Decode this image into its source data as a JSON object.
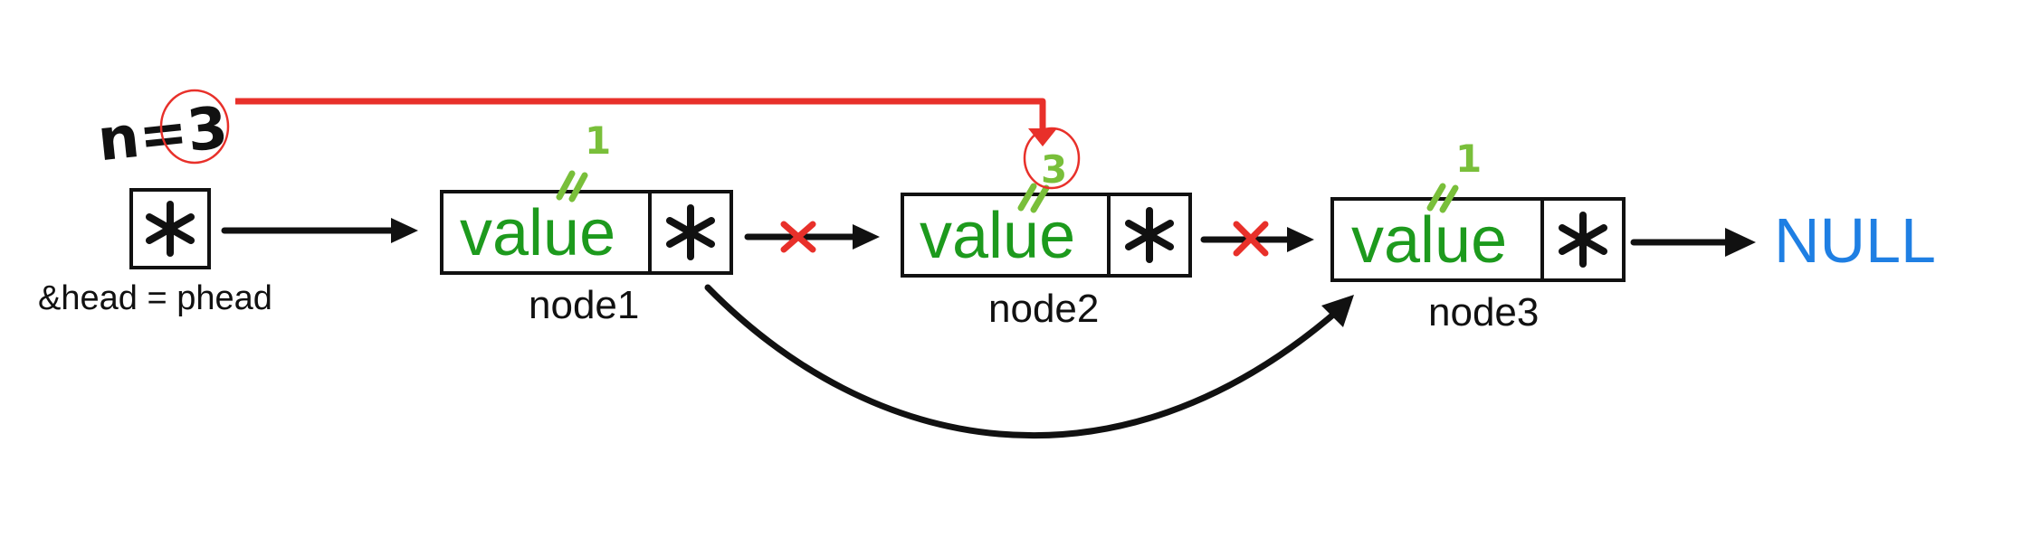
{
  "head": {
    "label": "&head = phead",
    "pointer_symbol": "*"
  },
  "counter": {
    "text": "n=3",
    "circled_value": "3"
  },
  "nodes": [
    {
      "value_text": "value",
      "pointer_symbol": "*",
      "label": "node1",
      "annotation": "1"
    },
    {
      "value_text": "value",
      "pointer_symbol": "*",
      "label": "node2",
      "annotation": "3"
    },
    {
      "value_text": "value",
      "pointer_symbol": "*",
      "label": "node3",
      "annotation": "1"
    }
  ],
  "terminal": {
    "text": "NULL"
  },
  "colors": {
    "value": "#1d9a1d",
    "null": "#1f7fe3",
    "highlight": "#e8302a",
    "annotation": "#79bf3a",
    "stroke": "#111111"
  },
  "marks": {
    "removed_links": [
      "node1-to-node2",
      "node2-to-node3"
    ],
    "bypass_link": "node1-to-node3",
    "counter_pointer": "n-to-node2"
  }
}
